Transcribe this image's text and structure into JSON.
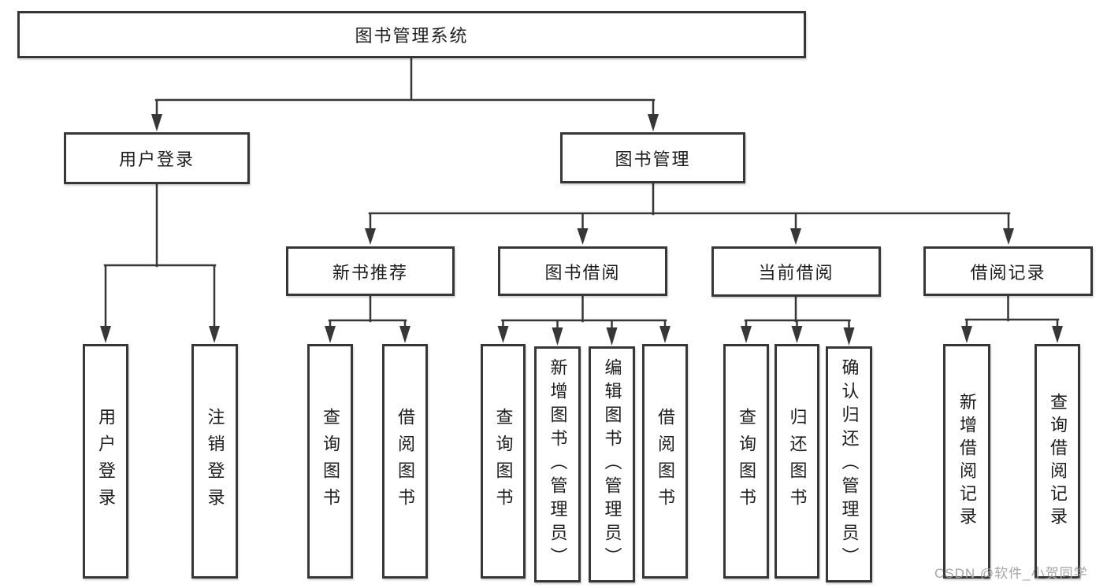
{
  "nodes": {
    "root": {
      "label": "图书管理系统"
    },
    "user_login": {
      "label": "用户登录"
    },
    "book_mgmt": {
      "label": "图书管理"
    },
    "new_book_rec": {
      "label": "新书推荐"
    },
    "book_borrow": {
      "label": "图书借阅"
    },
    "current_borrow": {
      "label": "当前借阅"
    },
    "borrow_record": {
      "label": "借阅记录"
    },
    "leaf_user_login": {
      "label": "用户登录"
    },
    "leaf_logout": {
      "label": "注销登录"
    },
    "leaf_query_book_rec": {
      "label": "查询图书"
    },
    "leaf_borrow_book_rec": {
      "label": "借阅图书"
    },
    "leaf_query_book_bor": {
      "label": "查询图书"
    },
    "leaf_add_book": {
      "label": "新增图书（管理员）"
    },
    "leaf_edit_book": {
      "label": "编辑图书（管理员）"
    },
    "leaf_borrow_book_bor": {
      "label": "借阅图书"
    },
    "leaf_query_book_cur": {
      "label": "查询图书"
    },
    "leaf_return_book": {
      "label": "归还图书"
    },
    "leaf_confirm_return": {
      "label": "确认归还（管理员）"
    },
    "leaf_add_record": {
      "label": "新增借阅记录"
    },
    "leaf_query_record": {
      "label": "查询借阅记录"
    }
  },
  "hierarchy": {
    "图书管理系统": {
      "用户登录": [
        "用户登录",
        "注销登录"
      ],
      "图书管理": {
        "新书推荐": [
          "查询图书",
          "借阅图书"
        ],
        "图书借阅": [
          "查询图书",
          "新增图书（管理员）",
          "编辑图书（管理员）",
          "借阅图书"
        ],
        "当前借阅": [
          "查询图书",
          "归还图书",
          "确认归还（管理员）"
        ],
        "借阅记录": [
          "新增借阅记录",
          "查询借阅记录"
        ]
      }
    }
  },
  "watermark": {
    "text": "CSDN @软件_小贺同学"
  },
  "colors": {
    "line": "#373737",
    "box_border": "#373737",
    "text": "#1e1e1e",
    "background": "#ffffff",
    "watermark": "#a6a6a6"
  }
}
